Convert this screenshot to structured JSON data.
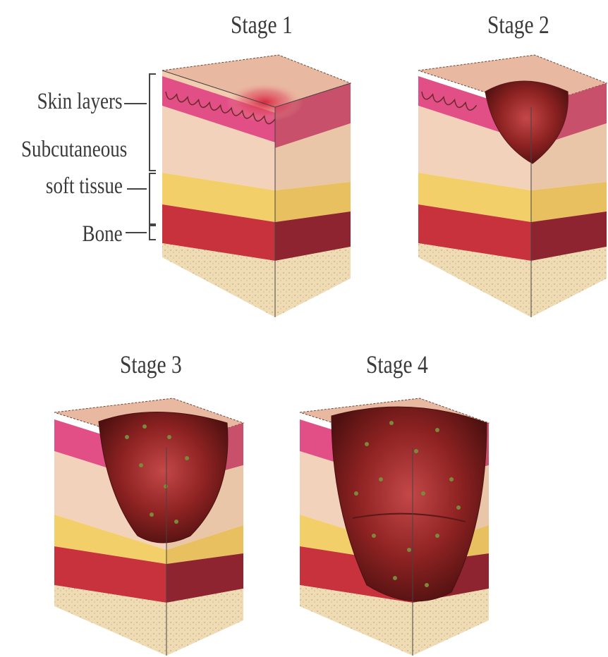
{
  "stages": [
    {
      "label": "Stage 1"
    },
    {
      "label": "Stage 2"
    },
    {
      "label": "Stage 3"
    },
    {
      "label": "Stage 4"
    }
  ],
  "legend": {
    "skin": "Skin layers",
    "subcutaneous_line1": "Subcutaneous",
    "subcutaneous_line2": "soft tissue",
    "bone": "Bone"
  },
  "colors": {
    "skin_top": "#e9b8a0",
    "epidermis": "#e0558a",
    "dermis": "#f2cdb0",
    "fat": "#f3cf6a",
    "muscle": "#c8323c",
    "bone": "#efdcb4",
    "wound": "#9c2a2a",
    "slough": "#7a8a3a"
  }
}
